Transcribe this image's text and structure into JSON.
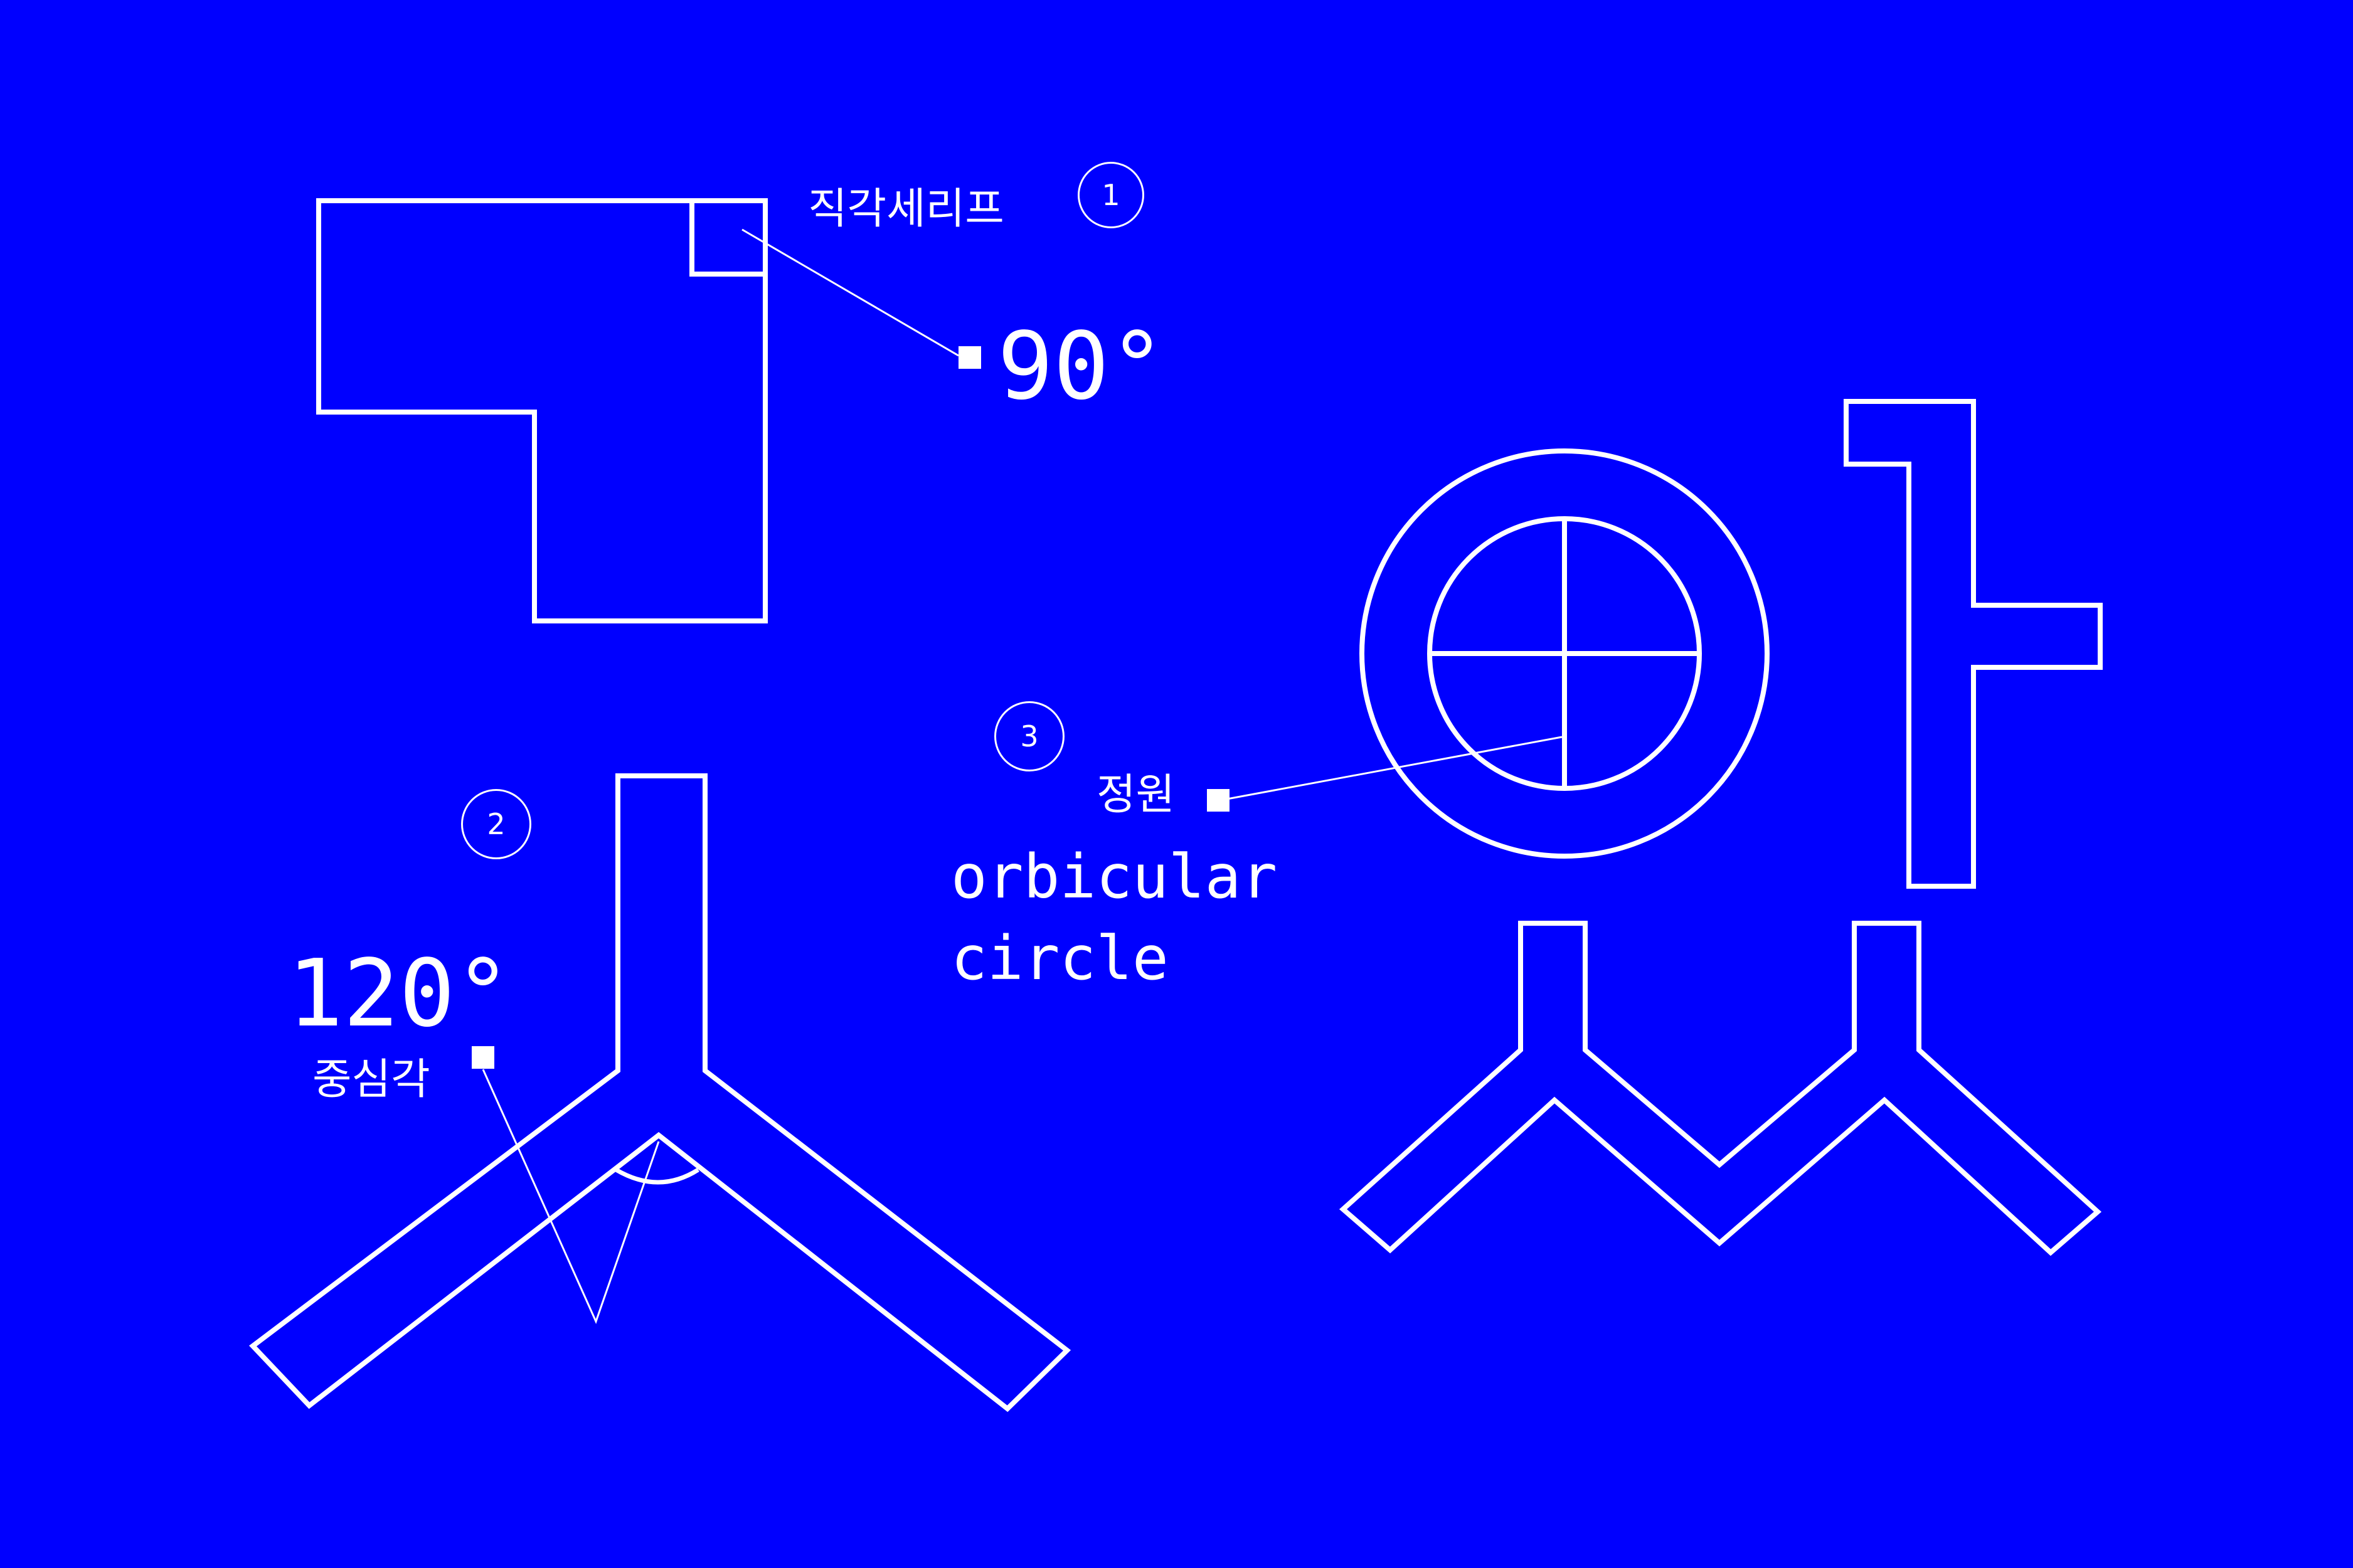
{
  "colors": {
    "background": "#0000ff",
    "line": "#ffffff"
  },
  "annotations": [
    {
      "number": "1",
      "label_ko": "직각세리프",
      "value": "90°"
    },
    {
      "number": "2",
      "label_ko": "중심각",
      "value": "120°"
    },
    {
      "number": "3",
      "label_ko": "정원",
      "label_en_line1": "orbicular",
      "label_en_line2": "circle"
    }
  ]
}
